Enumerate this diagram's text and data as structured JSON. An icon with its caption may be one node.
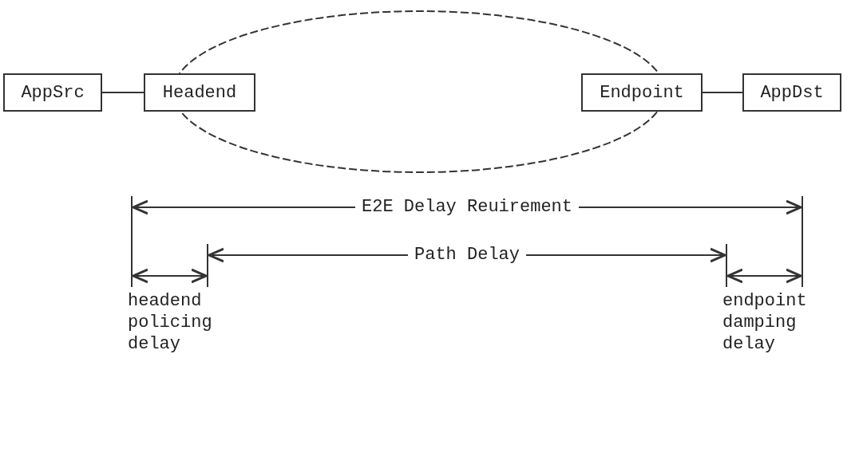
{
  "diagram": {
    "nodes": [
      {
        "text": [],
        "shape": "cloud"
      },
      {
        "text": [
          "AppSrc"
        ]
      },
      {
        "text": [
          "Headend"
        ]
      },
      {
        "text": [
          "Endpoint"
        ]
      },
      {
        "text": [
          "AppDst"
        ]
      }
    ],
    "edges": [
      {
        "from": 1,
        "to": 2,
        "arrow": "none"
      },
      {
        "from": 3,
        "to": 4,
        "arrow": "none"
      }
    ],
    "labels": [
      "E2E Delay Reuirement",
      "Path Delay",
      "headend policing delay",
      "endpoint damping delay"
    ]
  }
}
